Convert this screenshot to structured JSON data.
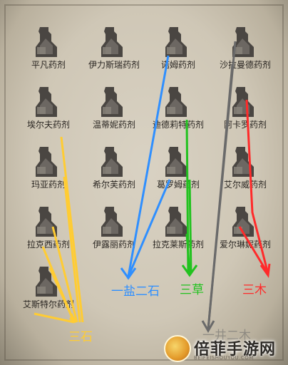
{
  "potions": [
    {
      "label": "平凡药剂"
    },
    {
      "label": "伊力斯瑞药剂"
    },
    {
      "label": "诺姆药剂"
    },
    {
      "label": "沙拉曼德药剂"
    },
    {
      "label": "埃尔夫药剂"
    },
    {
      "label": "温蒂妮药剂"
    },
    {
      "label": "迪德莉特药剂"
    },
    {
      "label": "阿卡罗药剂"
    },
    {
      "label": "玛亚药剂"
    },
    {
      "label": "希尔芙药剂"
    },
    {
      "label": "葛罗姆药剂"
    },
    {
      "label": "艾尔威药剂"
    },
    {
      "label": "拉克西药剂"
    },
    {
      "label": "伊露丽药剂"
    },
    {
      "label": "拉克莱斯药剂"
    },
    {
      "label": "爱尔琳妮药剂"
    },
    {
      "label": "艾斯特尔药剂"
    }
  ],
  "annotations": {
    "blue": {
      "text": "一盐二石",
      "color": "#2f8fff"
    },
    "green": {
      "text": "三草",
      "color": "#22c21f"
    },
    "red": {
      "text": "三木",
      "color": "#ff2a2a"
    },
    "yellow": {
      "text": "三石",
      "color": "#ffcc33"
    },
    "gray": {
      "text": "一井二木",
      "color": "#6a6a6a"
    }
  },
  "watermark": {
    "name": "倍菲手游网",
    "url": "BEIFEISHOUYOU.COM"
  }
}
